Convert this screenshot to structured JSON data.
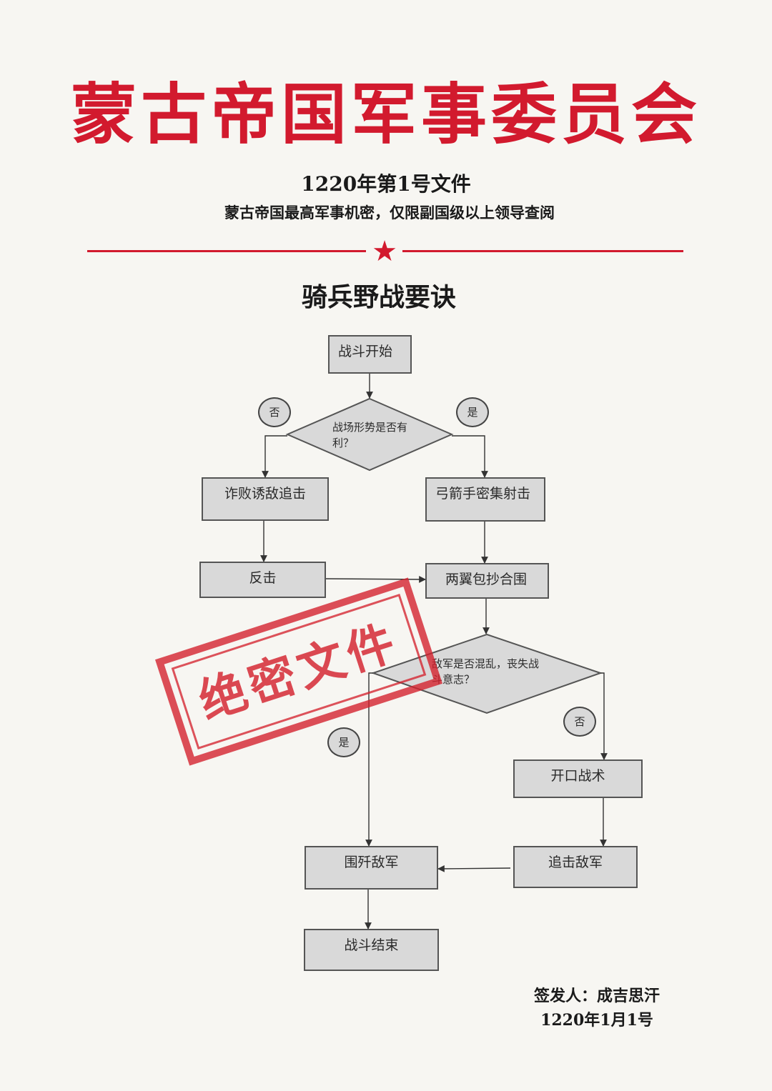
{
  "header": {
    "org_name": "蒙古帝国军事委员会",
    "doc_number": "1220年第1号文件",
    "classification": "蒙古帝国最高军事机密，仅限副国级以上领导查阅",
    "divider_icon": "star-icon"
  },
  "title": "骑兵野战要诀",
  "flowchart": {
    "start": "战斗开始",
    "decision1": "战场形势是否有利？",
    "decision1_no": "否",
    "decision1_yes": "是",
    "feint_retreat": "诈败诱敌追击",
    "archers": "弓箭手密集射击",
    "counterattack": "反击",
    "pincer": "两翼包抄合围",
    "decision2": "敌军是否混乱，丧失战斗意志？",
    "decision2_yes": "是",
    "decision2_no": "否",
    "open_gap": "开口战术",
    "annihilate": "围歼敌军",
    "pursue": "追击敌军",
    "end": "战斗结束"
  },
  "stamp": {
    "text": "绝密文件"
  },
  "footer": {
    "signer": "签发人：成吉思汗",
    "date": "1220年1月1号"
  },
  "colors": {
    "accent": "#d21a2e",
    "box_fill": "#d9d9d9",
    "background": "#f7f6f2"
  }
}
